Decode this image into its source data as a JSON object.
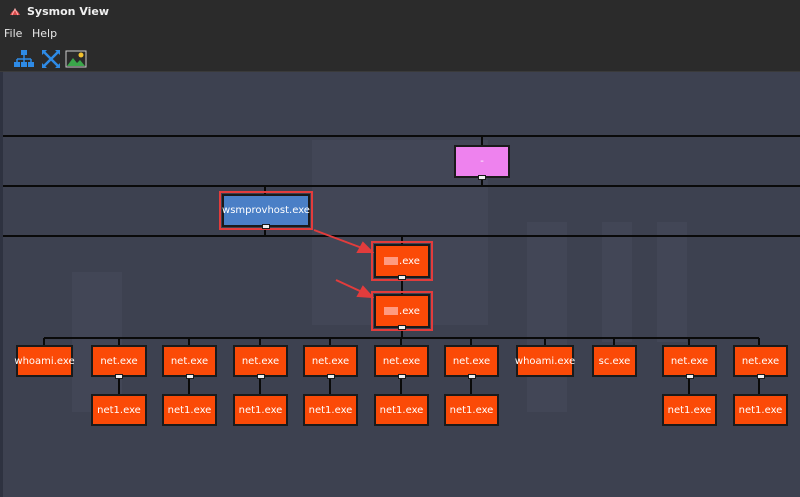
{
  "window": {
    "title": "Sysmon View"
  },
  "menu": {
    "file": "File",
    "help": "Help"
  },
  "toolbar": {
    "buttons": [
      {
        "icon": "hierarchy-icon"
      },
      {
        "icon": "cross-arrows-icon"
      },
      {
        "icon": "image-icon"
      }
    ]
  },
  "tree": {
    "root": {
      "label": "-",
      "color": "#ee82ee"
    },
    "parent": {
      "label": "wsmprovhost.exe",
      "color": "#4a7fc6"
    },
    "child1": {
      "label": ".exe"
    },
    "child2": {
      "label": ".exe"
    },
    "processes": [
      {
        "label": "whoami.exe",
        "child": ""
      },
      {
        "label": "net.exe",
        "child": "net1.exe"
      },
      {
        "label": "net.exe",
        "child": "net1.exe"
      },
      {
        "label": "net.exe",
        "child": "net1.exe"
      },
      {
        "label": "net.exe",
        "child": "net1.exe"
      },
      {
        "label": "net.exe",
        "child": "net1.exe"
      },
      {
        "label": "net.exe",
        "child": "net1.exe"
      },
      {
        "label": "whoami.exe",
        "child": ""
      },
      {
        "label": "sc.exe",
        "child": ""
      },
      {
        "label": "net.exe",
        "child": "net1.exe"
      },
      {
        "label": "net.exe",
        "child": "net1.exe"
      }
    ]
  },
  "colors": {
    "process": "#fb4a07",
    "annotation": "#e23c3c",
    "canvas": "#3d4150"
  }
}
